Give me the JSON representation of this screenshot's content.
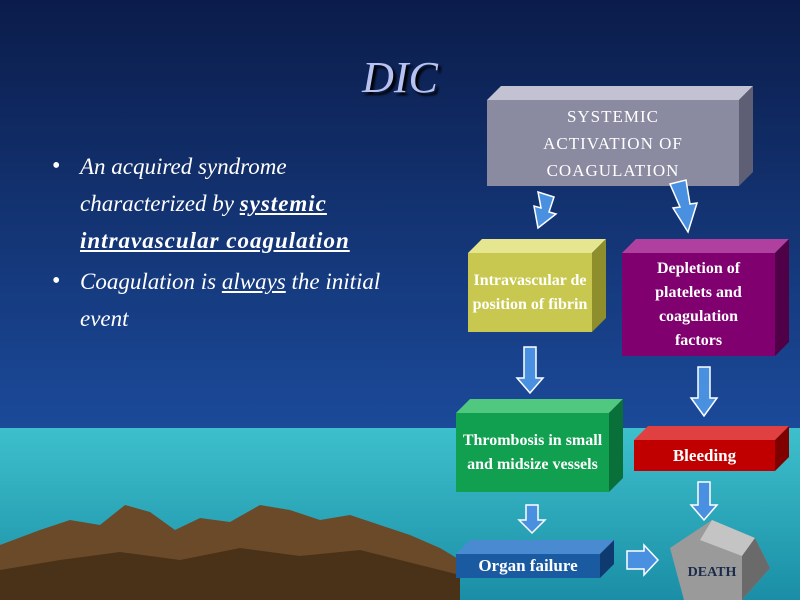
{
  "slide": {
    "title": "DIC",
    "bullets": [
      {
        "before": "An acquired syndrome characterized by ",
        "emph": "systemic intravascular coagulation"
      },
      {
        "before": "Coagulation is ",
        "emph": "always",
        "after": " the initial event"
      }
    ]
  },
  "diagram": {
    "systemic": "SYSTEMIC ACTIVATION OF COAGULATION",
    "fibrin": "Intravascular deposition of fibrin",
    "depletion": "Depletion of platelets and coagulation factors",
    "thrombosis": "Thrombosis in small and midsize vessels",
    "bleeding": "Bleeding",
    "organ_failure": "Organ failure",
    "death": "DEATH"
  },
  "colors": {
    "sky_top": "#0b1c4a",
    "sky_bottom": "#1b4a9a",
    "sea": "#2aa8b8",
    "land": "#6b4a2a",
    "systemic_box": "#8a8aa0",
    "fibrin_box": "#c8c850",
    "depletion_box": "#800070",
    "thrombosis_box": "#10a050",
    "bleeding_box": "#c00000",
    "organ_box": "#1a5aa0",
    "death_stone": "#8a8a8a",
    "arrow": "#4a90e0"
  }
}
